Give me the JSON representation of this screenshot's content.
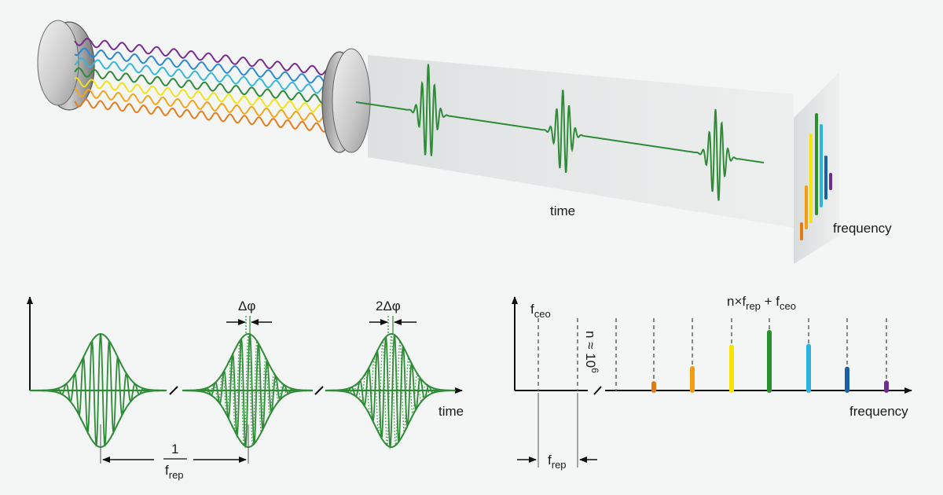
{
  "labels": {
    "time_top": "time",
    "frequency_top": "frequency",
    "delta_phi": "Δφ",
    "two_delta_phi": "2Δφ",
    "time_bottom": "time",
    "one": "1",
    "f": "f",
    "rep": "rep",
    "ceo": "ceo",
    "comb_formula_n": "n×f",
    "comb_formula_plus": " + f",
    "n_approx": "n ≈ 10",
    "n_exp": "6",
    "frequency_bottom": "frequency"
  },
  "colors": {
    "pulse": "#2e8b36",
    "axis": "#111111",
    "dashed": "#888888",
    "spectrum": [
      "#e07b10",
      "#f39c12",
      "#f5e500",
      "#2a8f2e",
      "#2cb3e0",
      "#1a5fa8",
      "#6b2d90"
    ]
  },
  "cavity_wave_colors": [
    "#7a2c8e",
    "#2a8ad0",
    "#37b7d8",
    "#2e8b36",
    "#f2e21b",
    "#f3a51b",
    "#e47d1c"
  ],
  "comb_lines": [
    {
      "color": "#e07b10",
      "relative_height": 0.12
    },
    {
      "color": "#f39c12",
      "relative_height": 0.38
    },
    {
      "color": "#f5e500",
      "relative_height": 0.75
    },
    {
      "color": "#2a8f2e",
      "relative_height": 1.0
    },
    {
      "color": "#2cb3e0",
      "relative_height": 0.76
    },
    {
      "color": "#1a5fa8",
      "relative_height": 0.37
    },
    {
      "color": "#6b2d90",
      "relative_height": 0.13
    }
  ]
}
